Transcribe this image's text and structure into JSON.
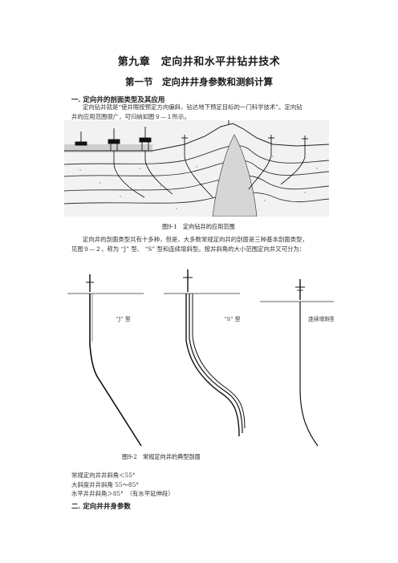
{
  "chapter_title": "第九章　定向井和水平井钻井技术",
  "section_title": "第一节　定向井井身参数和测斜计算",
  "subsection1": "一. 定向井的剖面类型及其应用",
  "para1_line1": "定向钻井就是“使井眼按预定方向偏斜，钻达地下预定目标的一门科学技术”。定向钻",
  "para1_line2": "井的应用范围很广，可归纳如图９—１所示。",
  "figure1_caption": "图9-1　定向钻井的应用范围",
  "para2_line1": "定向井的剖面类型共有十多种，但是，大多数常规定向井的剖面是三种基本剖面类型，",
  "para2_line2": "见图９—２，称为 “J” 型、 “S” 型和连续增斜型。按井斜角的大小范围定向井又可分为：",
  "figure2": {
    "label_j": "“J” 型",
    "label_s": "“S” 型",
    "label_c": "连续增斜型",
    "caption": "图9-2　常规定向井的典型剖面"
  },
  "list": [
    "常规定向井井斜角＜55°",
    "大斜度井井斜角 55～85°",
    "水平井井斜角＞85°　（有水平延伸段）"
  ],
  "subsection2": "二. 定向井井身参数"
}
